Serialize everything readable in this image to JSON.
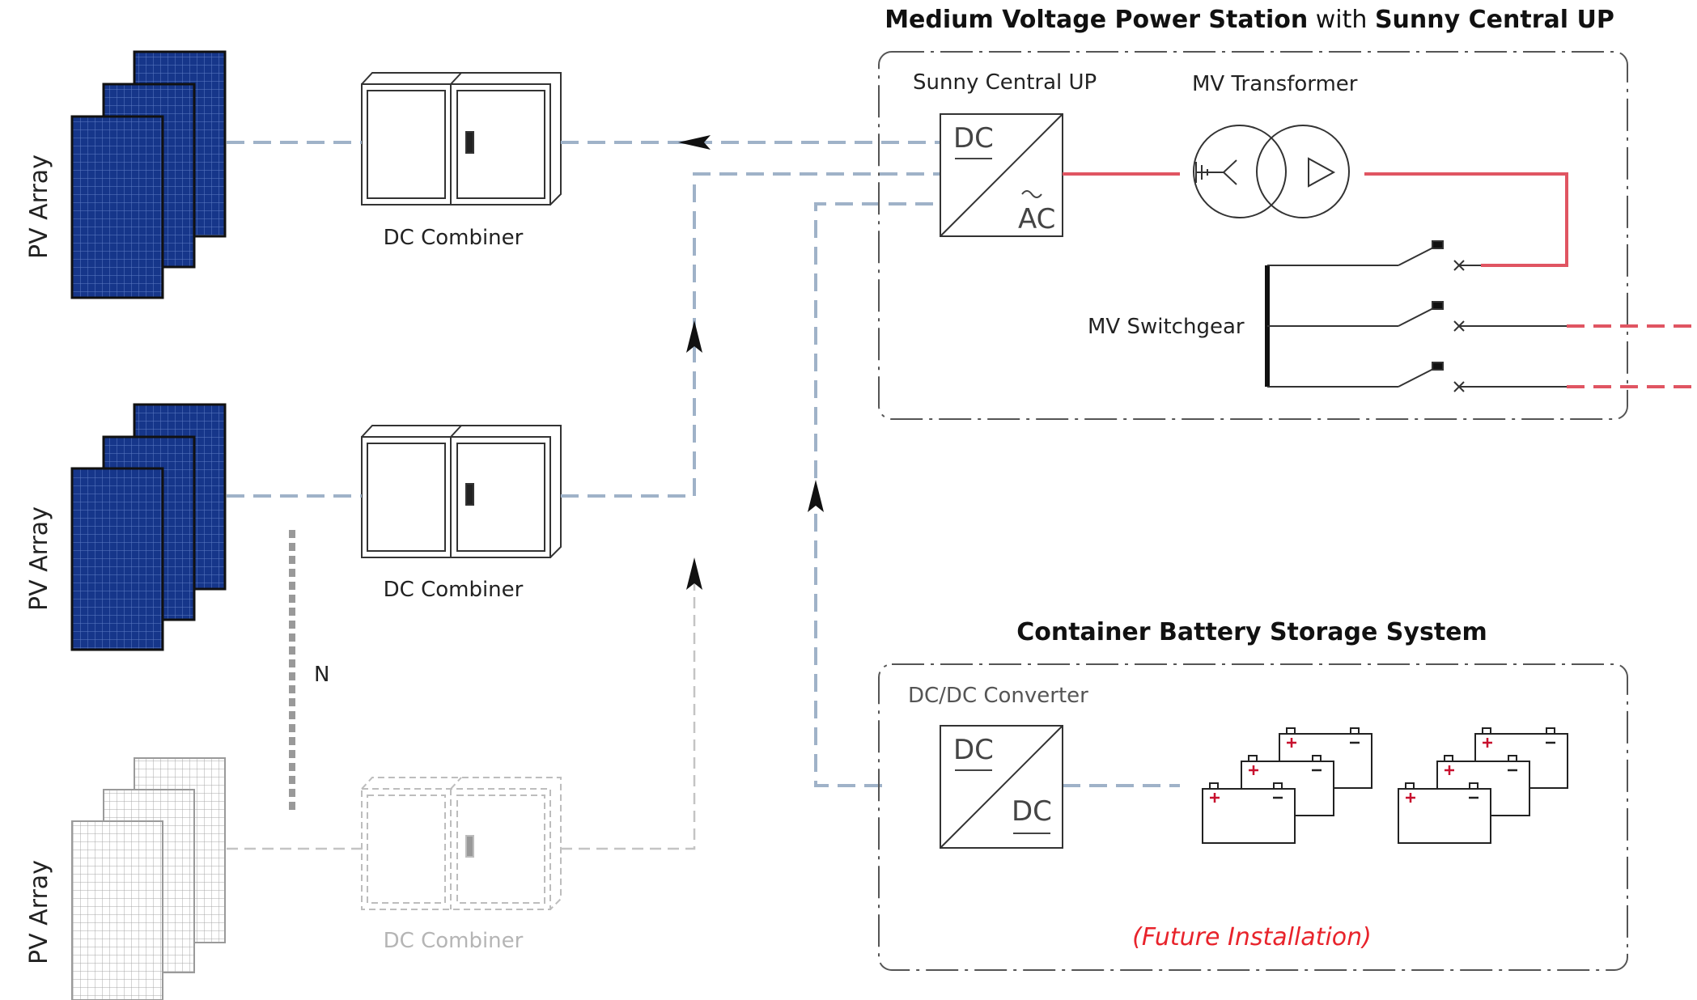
{
  "titles": {
    "mvps_bold_1": "Medium Voltage Power Station",
    "mvps_mid": " with ",
    "mvps_bold_2": "Sunny Central UP",
    "battery": "Container Battery Storage System"
  },
  "labels": {
    "pv_array_1": "PV Array",
    "pv_array_2": "PV Array",
    "pv_array_3": "PV Array",
    "dc_combiner_1": "DC Combiner",
    "dc_combiner_2": "DC Combiner",
    "dc_combiner_3": "DC Combiner",
    "sunny_central": "Sunny Central UP",
    "mv_transformer": "MV Transformer",
    "mv_switchgear": "MV Switchgear",
    "dcdc_converter": "DC/DC Converter",
    "n_marker": "N",
    "future": "(Future Installation)"
  },
  "symbols": {
    "inverter_top": "DC",
    "inverter_bottom": "AC",
    "converter_top": "DC",
    "converter_bottom": "DC"
  },
  "colors": {
    "dc_line": "#9fb2c8",
    "ac_line": "#e05562",
    "panel_blue": "#16368a",
    "future_text": "#e8232b",
    "future_gray": "#b5b5b5"
  }
}
